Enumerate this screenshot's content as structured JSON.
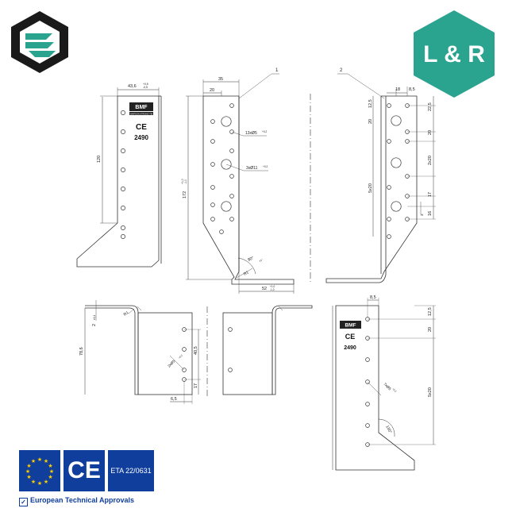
{
  "brand": {
    "logo_icon": "striped-hex-logo",
    "color_dark": "#1a1a1a",
    "color_teal": "#2aa38f"
  },
  "badge": {
    "text": "L & R",
    "color": "#2aa38f"
  },
  "plate": {
    "brand_text": "BMF",
    "sub_text": "SIMPSON STRONG-TIE",
    "code": "2490",
    "mark": "CE"
  },
  "dims": {
    "v1_width": "43,6",
    "v1_width_tol_top": "+0,5",
    "v1_width_tol_bot": "-0,5",
    "v1_120": "120",
    "v2_35": "35",
    "v2_20": "20",
    "v2_172": "172",
    "v2_172_tol_top": "+1,0",
    "v2_172_tol_bot": "-1,0",
    "v2_holes_a": "13xØ5",
    "v2_holes_a_tol": "+0,2",
    "v2_holes_b": "3xØ11",
    "v2_holes_b_tol": "+0,2",
    "v2_angle": "80°",
    "v2_angle_tol": "±1°",
    "v2_r1": "R1",
    "v2_52": "52",
    "v2_52_tol_top": "+1,0",
    "v2_52_tol_bot": "-1,0",
    "callout_1": "1",
    "callout_2": "2",
    "v3_18": "18",
    "v3_85": "8,5",
    "v3_125": "12,5",
    "v3_225": "22,5",
    "v3_20a": "20",
    "v3_20b": "20",
    "v3_2x20": "2x20",
    "v3_5x20": "5x20",
    "v3_17": "17",
    "v3_16": "16",
    "v3_3": "3",
    "v4_2": "2",
    "v4_2_tol": "±0,1",
    "v4_r1": "R1",
    "v4_786": "78,6",
    "v4_405": "40,5",
    "v4_holes": "2xØ5",
    "v4_holes_tol": "+0,2",
    "v4_17": "17",
    "v4_65": "6,5",
    "v6_85": "8,5",
    "v6_125": "12,5",
    "v6_20": "20",
    "v6_5x20": "5x20",
    "v6_holes": "7xØ5",
    "v6_holes_tol": "+0,2",
    "v6_angle": "135°"
  },
  "cert": {
    "ce": "CE",
    "eta": "ETA 22/0631",
    "approval": "European Technical Approvals",
    "flag_icon": "eu-flag-icon",
    "check_icon": "checkbox-icon"
  }
}
